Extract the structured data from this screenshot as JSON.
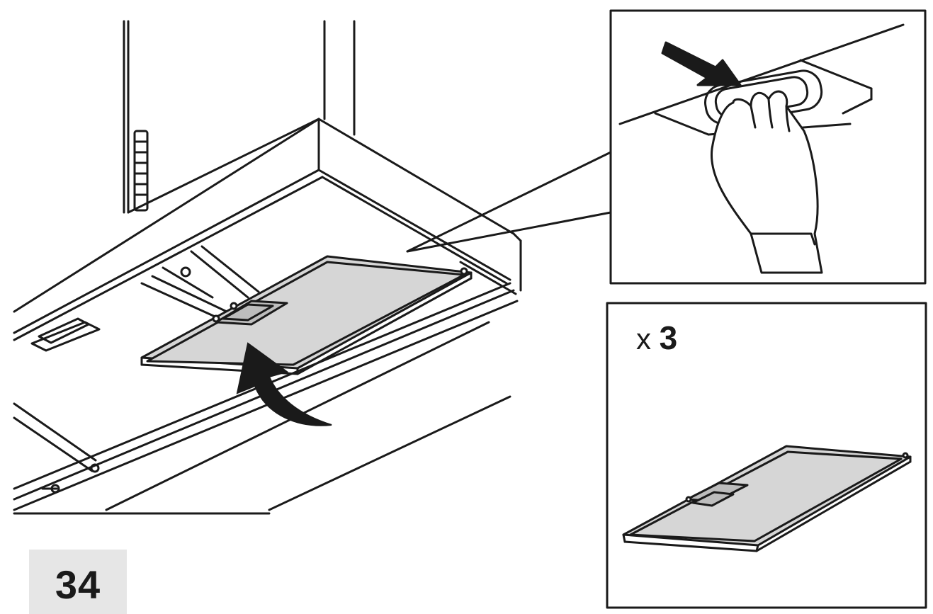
{
  "step": {
    "number": "34"
  },
  "quantity": {
    "prefix": "x",
    "count": "3"
  },
  "illustration": {
    "main_scene": "range-hood-filter-installation",
    "detail_inset": "hand-pressing-filter-latch",
    "quantity_inset": "grease-filter-panel",
    "colors": {
      "line": "#1a1a1a",
      "filter_mesh": "#d6d6d6",
      "badge_bg": "#e6e6e6"
    },
    "icons": [
      "push-arrow-icon",
      "curved-arrow-icon"
    ]
  }
}
